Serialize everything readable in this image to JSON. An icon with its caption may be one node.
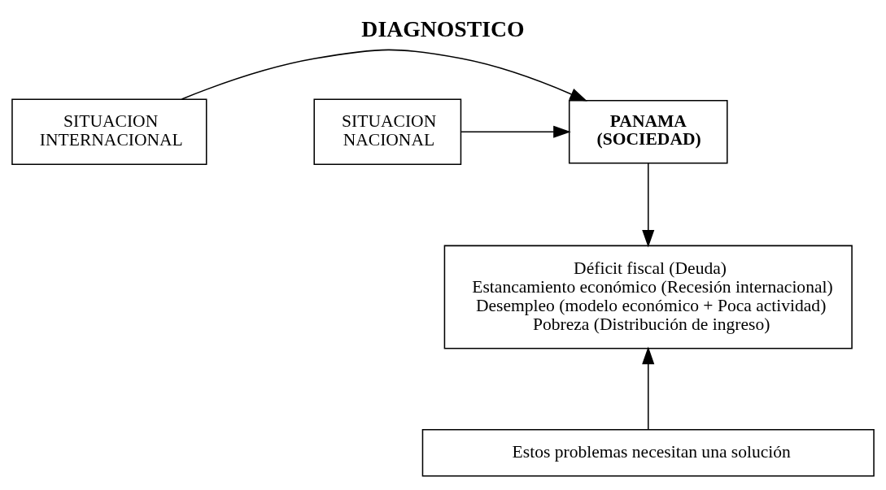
{
  "diagram": {
    "title": "DIAGNOSTICO",
    "nodes": [
      {
        "text": [
          "SITUACION INTERNACIONAL"
        ]
      },
      {
        "text": [
          "PANAMA (SOCIEDAD)"
        ]
      },
      {
        "text": [
          "SITUACION NACIONAL"
        ]
      },
      {
        "text": [
          "Déficit fiscal (Deuda)",
          "Estancamiento económico (Recesión internacional)",
          "Desempleo (modelo económico + Poca actividad)",
          "Pobreza (Distribución de ingreso)"
        ]
      },
      {
        "text": [
          "Estos problemas necesitan una solución"
        ]
      }
    ],
    "edges": [
      {
        "from": 0,
        "to": 1,
        "arrow": "to"
      },
      {
        "from": 2,
        "to": 1,
        "arrow": "to"
      },
      {
        "from": 1,
        "to": 3,
        "arrow": "to"
      },
      {
        "from": 4,
        "to": 3,
        "arrow": "to"
      }
    ]
  }
}
